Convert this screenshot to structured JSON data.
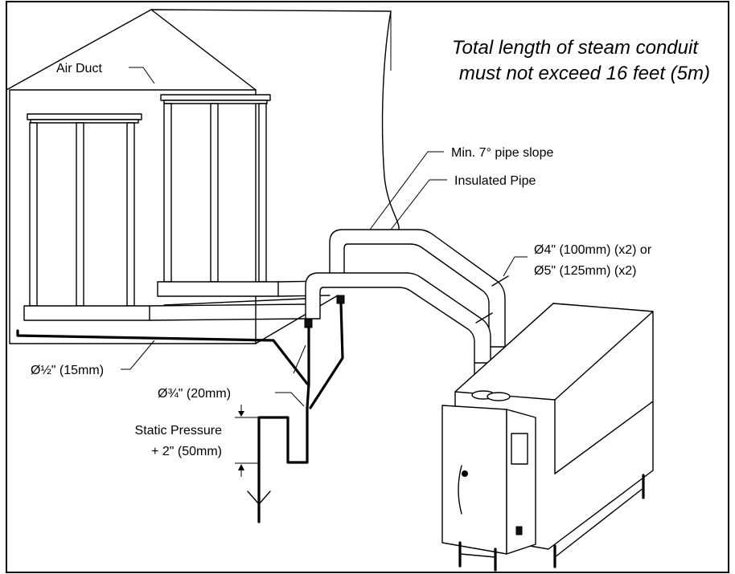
{
  "note": {
    "line1": "Total length of steam conduit",
    "line2": "must not exceed 16 feet (5m)"
  },
  "labels": {
    "air_duct": "Air Duct",
    "pipe_slope": "Min.  7° pipe slope",
    "insulated_pipe": "Insulated Pipe",
    "pipe_size_1": "Ø4\" (100mm) (x2) or",
    "pipe_size_2": "Ø5\" (125mm) (x2)",
    "drain_half": "Ø½\" (15mm)",
    "drain_three_quarter": "Ø¾\" (20mm)",
    "static_pressure_1": "Static Pressure",
    "static_pressure_2": "+ 2\" (50mm)"
  }
}
